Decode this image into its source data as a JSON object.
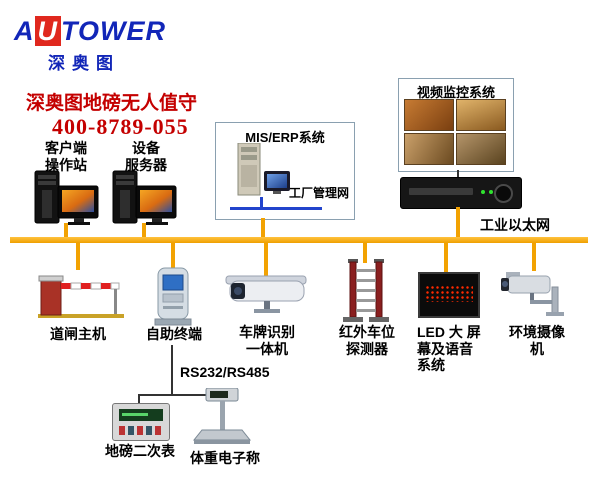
{
  "logo": {
    "prefix": "A",
    "mid": "U",
    "suffix": "TOWER",
    "cn": "深奥图"
  },
  "header": {
    "title": "深奥图地磅无人值守",
    "phone": "400-8789-055"
  },
  "top_nodes": {
    "client": {
      "lines": [
        "客户端",
        "操作站"
      ]
    },
    "server": {
      "lines": [
        "设备",
        "服务器"
      ]
    },
    "mis": {
      "title": "MIS/ERP系统",
      "net": "工厂管理网"
    },
    "video": {
      "title": "视频监控系统"
    }
  },
  "bus": {
    "label": "工业以太网"
  },
  "devices": {
    "barrier": {
      "lines": [
        "道闸主机"
      ]
    },
    "kiosk": {
      "lines": [
        "自助终端"
      ]
    },
    "lpr": {
      "lines": [
        "车牌识别",
        "一体机"
      ]
    },
    "ir": {
      "lines": [
        "红外车位",
        "探测器"
      ]
    },
    "led": {
      "lines": [
        "LED 大 屏",
        "幕及语音",
        "系统"
      ]
    },
    "cam": {
      "lines": [
        "环境摄像",
        "机"
      ]
    }
  },
  "sub": {
    "bus_label": "RS232/RS485",
    "meter": "地磅二次表",
    "scale": "体重电子称"
  },
  "colors": {
    "bus": "#f2a202",
    "accent_red": "#c40000",
    "logo_blue": "#1226b8"
  }
}
